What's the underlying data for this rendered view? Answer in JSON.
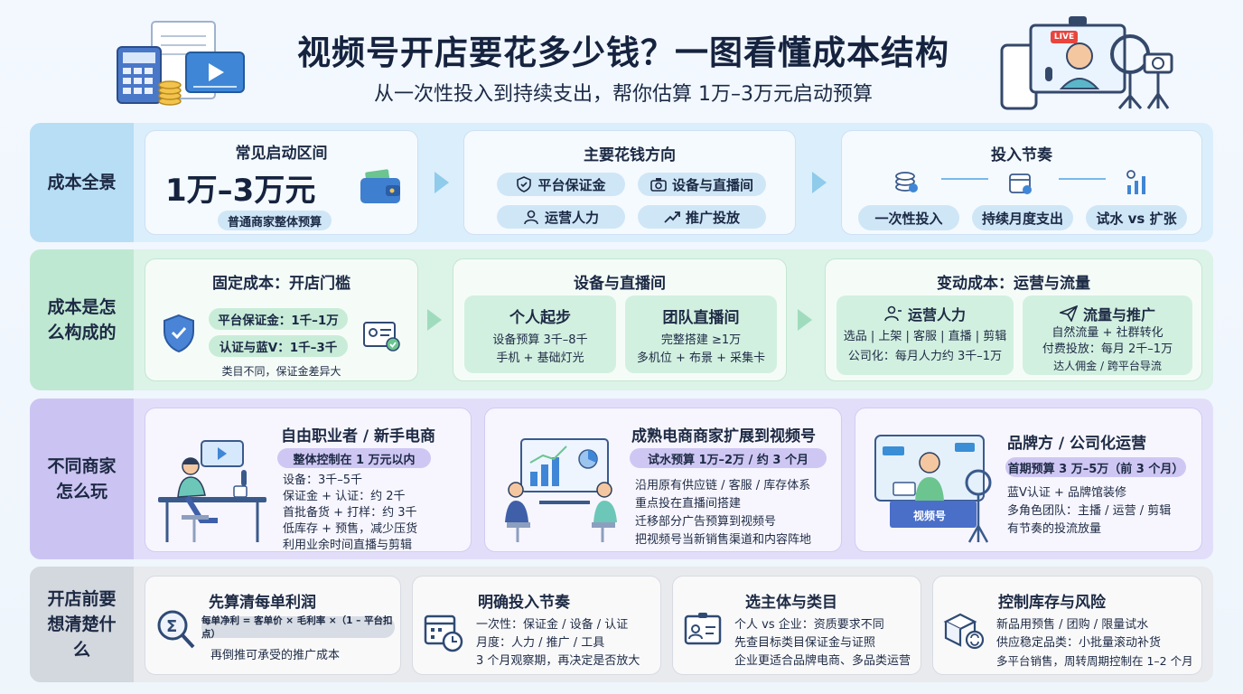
{
  "header": {
    "title": "视频号开店要花多少钱？一图看懂成本结构",
    "subtitle": "从一次性投入到持续支出，帮你估算 1万–3万元启动预算",
    "live_badge": "LIVE"
  },
  "row1": {
    "label": "成本全景",
    "card1": {
      "title": "常见启动区间",
      "value": "1万–3万元",
      "note": "普通商家整体预算"
    },
    "card2": {
      "title": "主要花钱方向",
      "items": [
        "平台保证金",
        "设备与直播间",
        "运营人力",
        "推广投放"
      ]
    },
    "card3": {
      "title": "投入节奏",
      "items": [
        "一次性投入",
        "持续月度支出",
        "试水 vs 扩张"
      ]
    }
  },
  "row2": {
    "label": "成本是怎么构成的",
    "card1": {
      "title": "固定成本：开店门槛",
      "pill1": "平台保证金：1千–1万",
      "pill2": "认证与蓝V：1千–3千",
      "note": "类目不同，保证金差异大"
    },
    "card2": {
      "title": "设备与直播间",
      "sub1": {
        "title": "个人起步",
        "l1": "设备预算 3千–8千",
        "l2": "手机 + 基础灯光"
      },
      "sub2": {
        "title": "团队直播间",
        "l1": "完整搭建 ≥1万",
        "l2": "多机位 + 布景 + 采集卡"
      }
    },
    "card3": {
      "title": "变动成本：运营与流量",
      "sub1": {
        "title": "运营人力",
        "l1": "选品 | 上架 | 客服 | 直播 | 剪辑",
        "l2": "公司化：每月人力约 3千–1万"
      },
      "sub2": {
        "title": "流量与推广",
        "l1": "自然流量 + 社群转化",
        "l2": "付费投放：每月 2千–1万",
        "l3": "达人佣金 / 跨平台导流"
      }
    }
  },
  "row3": {
    "label": "不同商家怎么玩",
    "card1": {
      "title": "自由职业者 / 新手电商",
      "tag": "整体控制在 1 万元以内",
      "lines": [
        "设备：3千–5千",
        "保证金 + 认证：约 2千",
        "首批备货 + 打样：约 3千",
        "低库存 + 预售，减少压货",
        "利用业余时间直播与剪辑"
      ]
    },
    "card2": {
      "title": "成熟电商商家扩展到视频号",
      "tag": "试水预算 1万–2万 / 约 3 个月",
      "lines": [
        "沿用原有供应链 / 客服 / 库存体系",
        "重点投在直播间搭建",
        "迁移部分广告预算到视频号",
        "把视频号当新销售渠道和内容阵地"
      ]
    },
    "card3": {
      "title": "品牌方 / 公司化运营",
      "tag": "首期预算 3 万–5万（前 3 个月）",
      "lines": [
        "蓝V认证 + 品牌馆装修",
        "多角色团队：主播 / 运营 / 剪辑",
        "有节奏的投流放量"
      ],
      "screen_text": "视频号"
    }
  },
  "row4": {
    "label": "开店前要想清楚什么",
    "card1": {
      "title": "先算清每单利润",
      "formula": "每单净利 = 客单价 × 毛利率 ×（1 – 平台扣点）",
      "note": "再倒推可承受的推广成本"
    },
    "card2": {
      "title": "明确投入节奏",
      "lines": [
        "一次性：保证金 / 设备 / 认证",
        "月度：人力 / 推广 / 工具",
        "3 个月观察期，再决定是否放大"
      ]
    },
    "card3": {
      "title": "选主体与类目",
      "lines": [
        "个人 vs 企业：资质要求不同",
        "先查目标类目保证金与证照",
        "企业更适合品牌电商、多品类运营"
      ]
    },
    "card4": {
      "title": "控制库存与风险",
      "lines": [
        "新品用预售 / 团购 / 限量试水",
        "供应稳定品类：小批量滚动补货",
        "多平台销售，周转周期控制在 1–2 个月"
      ]
    }
  },
  "colors": {
    "blue": "#cfe6f7",
    "green": "#d4f0e2",
    "purple": "#ddd8f5",
    "gray": "#e6e8ec"
  }
}
